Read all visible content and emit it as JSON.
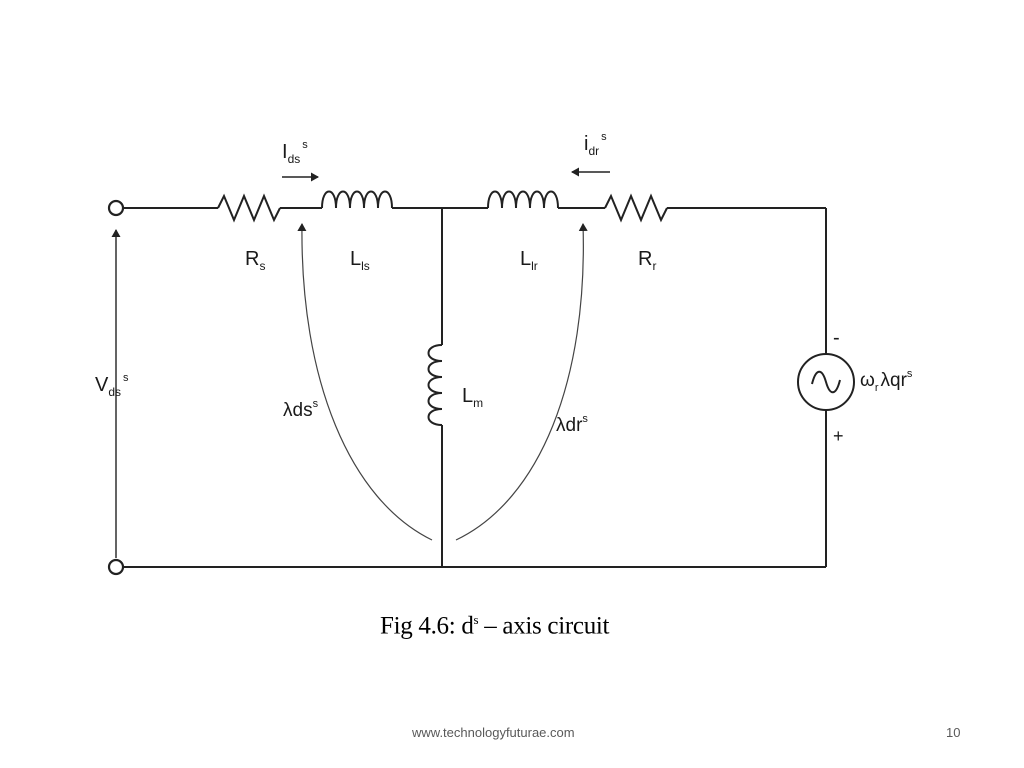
{
  "diagram": {
    "current_stator": {
      "main": "I",
      "sub": "ds",
      "sup": "s"
    },
    "current_rotor": {
      "main": "i",
      "sub": "dr",
      "sup": "s"
    },
    "resistor_stator": {
      "main": "R",
      "sub": "s"
    },
    "inductor_stator": {
      "main": "L",
      "sub": "ls"
    },
    "inductor_rotor": {
      "main": "L",
      "sub": "lr"
    },
    "resistor_rotor": {
      "main": "R",
      "sub": "r"
    },
    "voltage": {
      "main": "V",
      "sub": "ds",
      "sup": "s"
    },
    "flux_stator": {
      "main": "λds",
      "sup": "s"
    },
    "magnetizing": {
      "main": "L",
      "sub": "m"
    },
    "flux_rotor": {
      "main": "λdr",
      "sup": "s"
    },
    "source": {
      "omega": "ω",
      "sub": "r",
      "rest": "λqr",
      "sup": "s"
    },
    "source_minus": "-",
    "source_plus": "+"
  },
  "caption": {
    "prefix": "Fig 4.6: d",
    "sup": "s",
    "suffix": " – axis circuit"
  },
  "footer": {
    "url": "www.technologyfuturae.com",
    "page": "10"
  }
}
